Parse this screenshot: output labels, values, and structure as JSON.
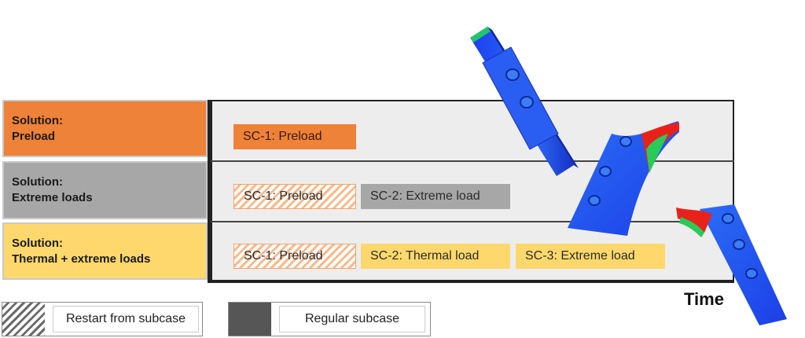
{
  "rows": [
    {
      "title": "Solution:",
      "subtitle": "Preload",
      "color": "#ee8238"
    },
    {
      "title": "Solution:",
      "subtitle": "Extreme loads",
      "color": "#a7a7a7"
    },
    {
      "title": "Solution:",
      "subtitle": "Thermal + extreme loads",
      "color": "#fed86c"
    }
  ],
  "subcases": {
    "row1": [
      {
        "label": "SC-1: Preload",
        "kind": "regular"
      }
    ],
    "row2": [
      {
        "label": "SC-1: Preload",
        "kind": "restart"
      },
      {
        "label": "SC-2: Extreme load",
        "kind": "regular"
      }
    ],
    "row3": [
      {
        "label": "SC-1: Preload",
        "kind": "restart"
      },
      {
        "label": "SC-2: Thermal load",
        "kind": "regular"
      },
      {
        "label": "SC-3: Extreme load",
        "kind": "regular"
      }
    ]
  },
  "axis": {
    "label": "Time"
  },
  "legend": {
    "restart": {
      "label": "Restart from subcase"
    },
    "regular": {
      "label": "Regular subcase"
    }
  },
  "colors": {
    "orange": "#ee8238",
    "gray": "#a7a7a7",
    "yellow": "#fed86c",
    "dark_swatch": "#565656"
  }
}
